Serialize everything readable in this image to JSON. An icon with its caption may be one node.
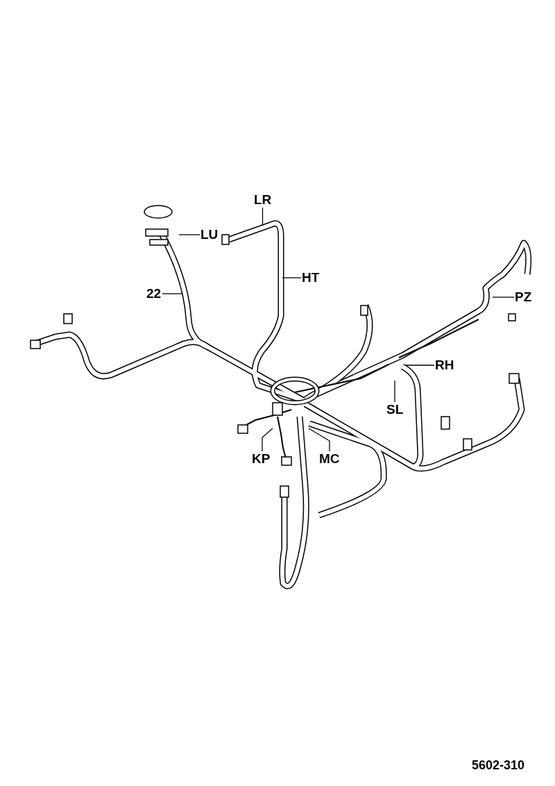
{
  "diagram": {
    "nodes": [
      {
        "text": [
          "LR"
        ]
      },
      {
        "text": [
          "LU"
        ]
      },
      {
        "text": [
          "HT"
        ]
      },
      {
        "text": [
          "22"
        ]
      },
      {
        "text": [
          "PZ"
        ]
      },
      {
        "text": [
          "RH"
        ]
      },
      {
        "text": [
          "SL"
        ]
      },
      {
        "text": [
          "KP"
        ]
      },
      {
        "text": [
          "MC"
        ]
      }
    ],
    "edges": [
      {
        "from": 0,
        "to": null,
        "arrow": "none"
      },
      {
        "from": 1,
        "to": null,
        "arrow": "none"
      },
      {
        "from": 2,
        "to": null,
        "arrow": "none"
      },
      {
        "from": 3,
        "to": null,
        "arrow": "none"
      },
      {
        "from": 4,
        "to": null,
        "arrow": "none"
      },
      {
        "from": 5,
        "to": null,
        "arrow": "none"
      },
      {
        "from": 6,
        "to": null,
        "arrow": "none"
      },
      {
        "from": 7,
        "to": null,
        "arrow": "none"
      },
      {
        "from": 8,
        "to": null,
        "arrow": "none"
      }
    ],
    "labels": [
      "5602-310"
    ]
  }
}
